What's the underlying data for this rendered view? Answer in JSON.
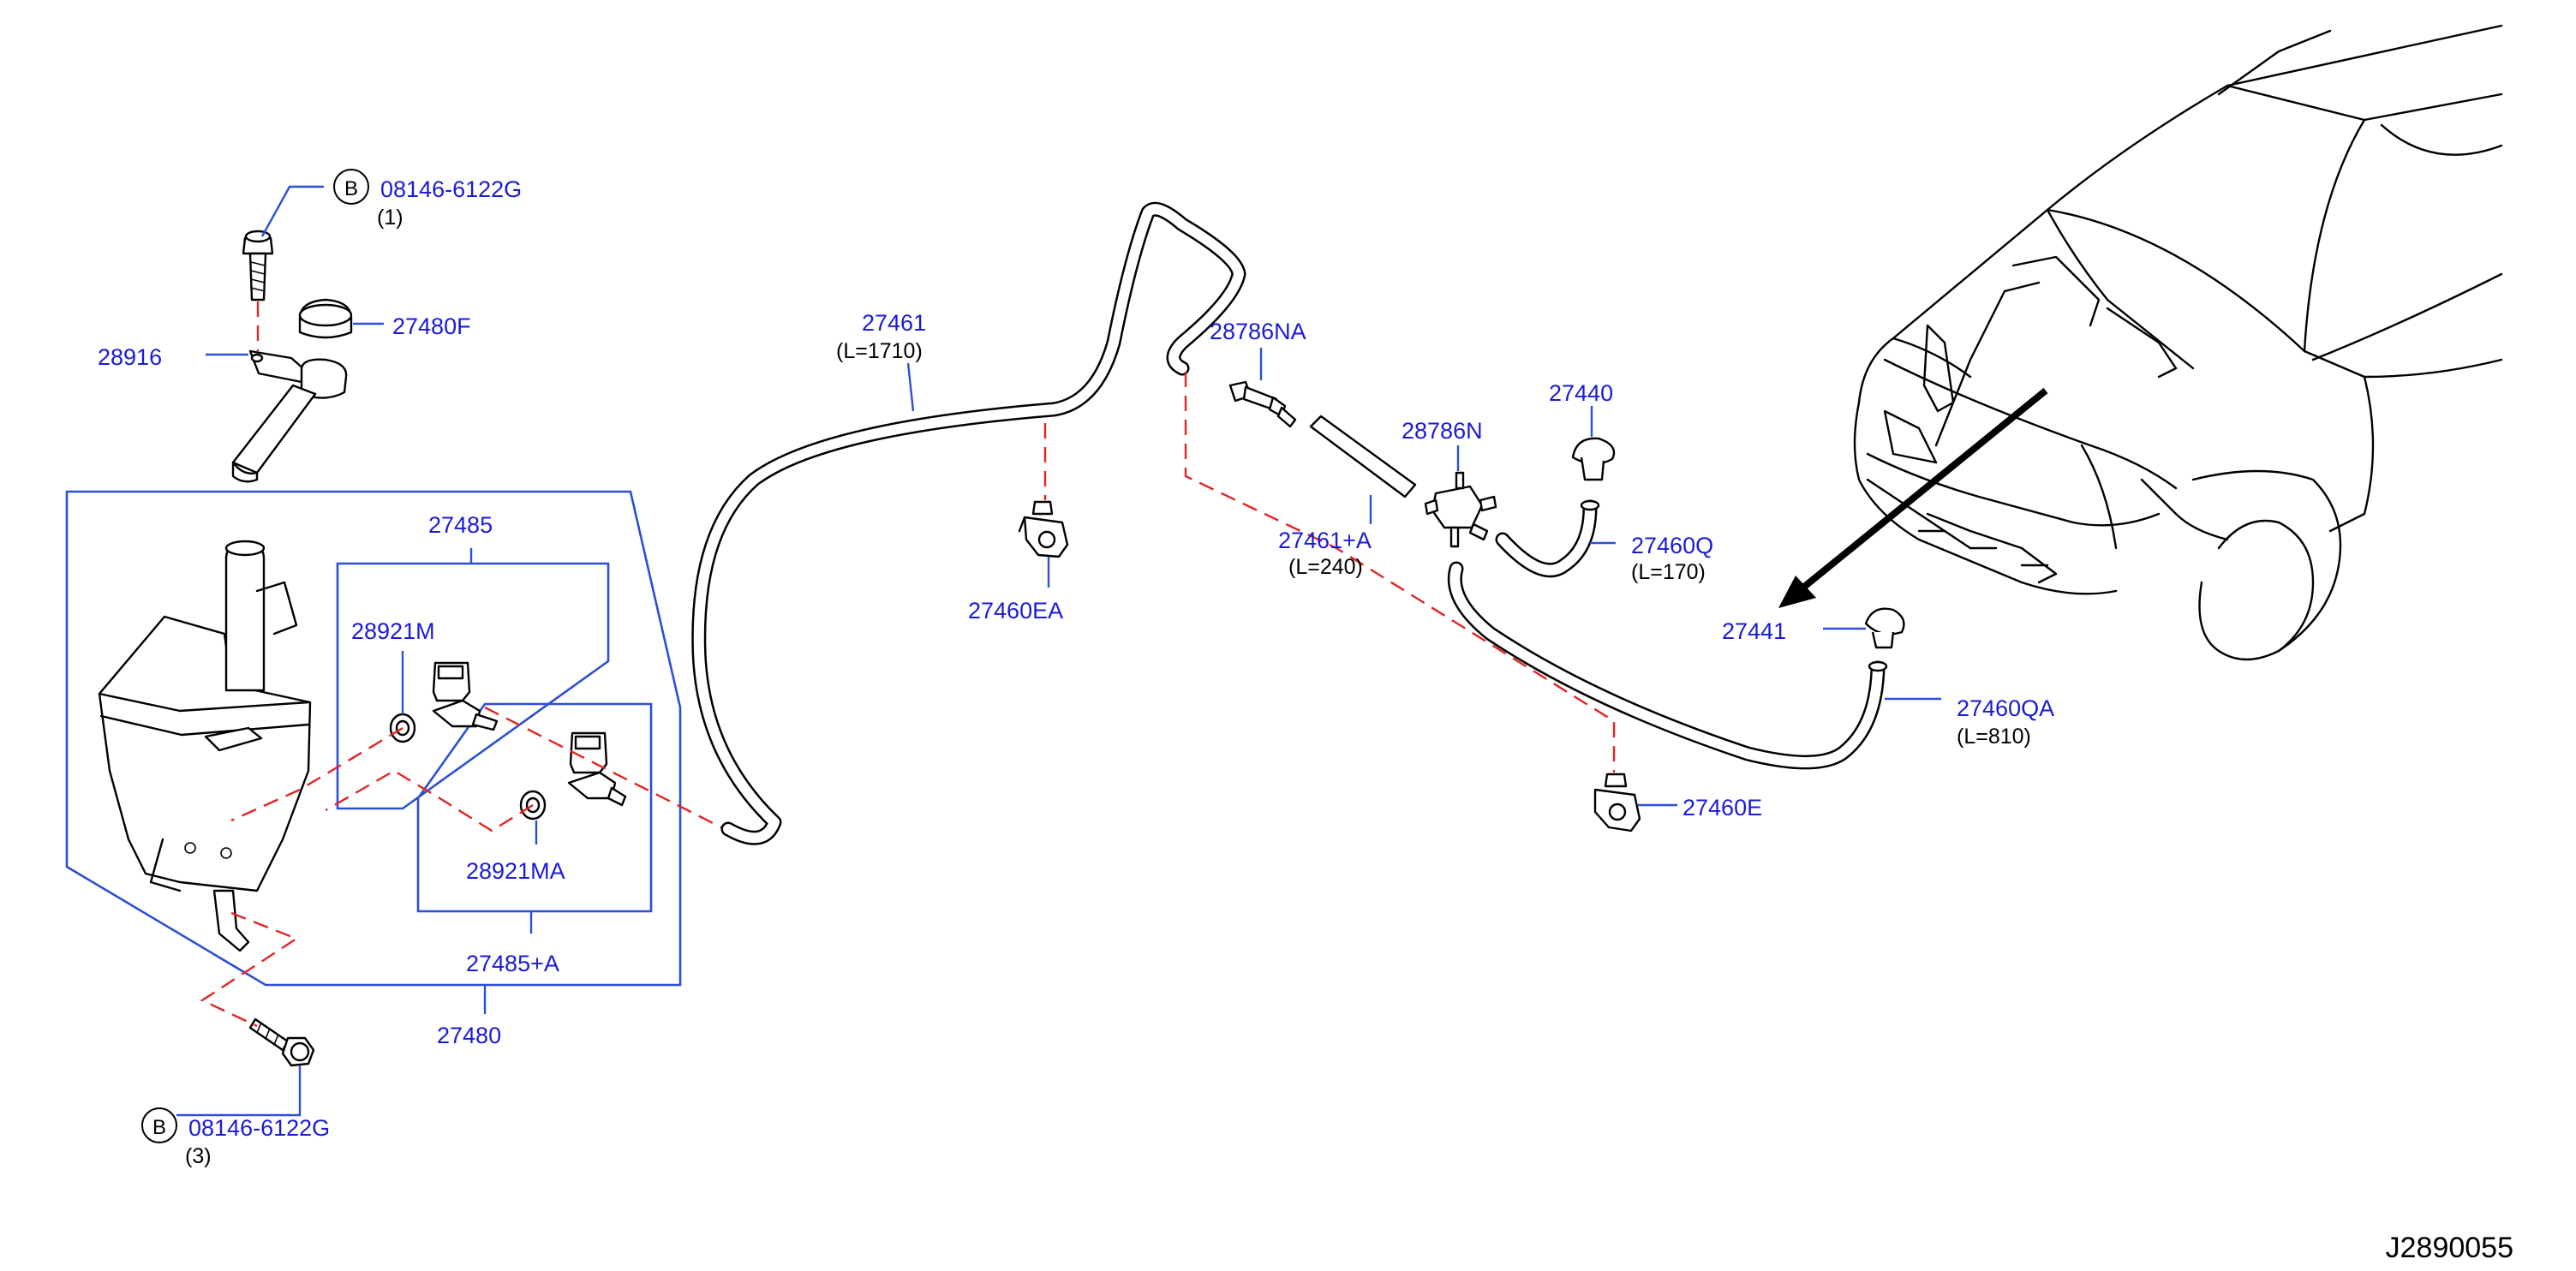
{
  "parts": {
    "bolt_top": {
      "number": "08146-6122G",
      "symbol": "B",
      "qty": "(1)"
    },
    "bolt_bottom": {
      "number": "08146-6122G",
      "symbol": "B",
      "qty": "(3)"
    },
    "cap": {
      "number": "27480F"
    },
    "bracket": {
      "number": "28916"
    },
    "tank": {
      "number": "27480"
    },
    "pump_kit_1": {
      "number": "27485"
    },
    "pump_kit_2": {
      "number": "27485+A"
    },
    "grommet_1": {
      "number": "28921M"
    },
    "grommet_2": {
      "number": "28921MA"
    },
    "hose_main": {
      "number": "27461",
      "length": "(L=1710)"
    },
    "clip_1": {
      "number": "27460EA"
    },
    "check_valve": {
      "number": "28786NA"
    },
    "hose_short": {
      "number": "27461+A",
      "length": "(L=240)"
    },
    "joint": {
      "number": "28786N"
    },
    "nozzle_1": {
      "number": "27440"
    },
    "hose_nozzle_1": {
      "number": "27460Q",
      "length": "(L=170)"
    },
    "nozzle_2": {
      "number": "27441"
    },
    "hose_nozzle_2": {
      "number": "27460QA",
      "length": "(L=810)"
    },
    "clip_2": {
      "number": "27460E"
    }
  },
  "diagram_code": "J2890055",
  "colors": {
    "part_number": "#1a1ad8",
    "leader": "#2b4fd6",
    "connection": "#e32424",
    "line": "#000000"
  }
}
